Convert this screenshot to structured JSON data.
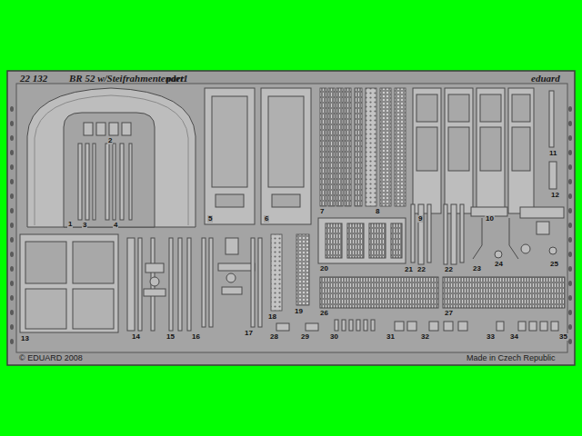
{
  "diagram": {
    "labels": [
      "22 132",
      "BR 52 w/Steifrahmentender",
      "part1",
      "eduard",
      "1",
      "2",
      "3",
      "4",
      "5",
      "6",
      "7",
      "8",
      "9",
      "10",
      "11",
      "12",
      "13",
      "14",
      "15",
      "16",
      "17",
      "18",
      "19",
      "20",
      "21",
      "22",
      "22",
      "23",
      "24",
      "25",
      "26",
      "27",
      "28",
      "29",
      "30",
      "31",
      "32",
      "33",
      "34",
      "35",
      "© EDUARD 2008",
      "Made in Czech Republic"
    ]
  }
}
